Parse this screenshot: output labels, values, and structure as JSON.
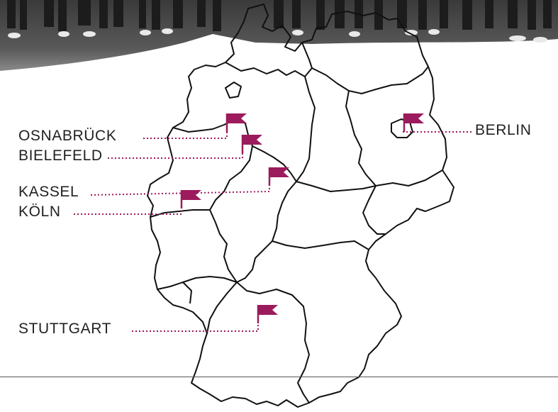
{
  "colors": {
    "flag": "#9b1b5c",
    "outline": "#111111",
    "photo_dark": "#2a2a2a"
  },
  "image": {
    "photo": "group-photo-people-standing"
  },
  "cities": [
    {
      "id": "osnabrueck",
      "label": "OSNABRÜCK"
    },
    {
      "id": "bielefeld",
      "label": "BIELEFELD"
    },
    {
      "id": "kassel",
      "label": "KASSEL"
    },
    {
      "id": "koeln",
      "label": "KÖLN"
    },
    {
      "id": "stuttgart",
      "label": "STUTTGART"
    },
    {
      "id": "berlin",
      "label": "BERLIN"
    }
  ]
}
